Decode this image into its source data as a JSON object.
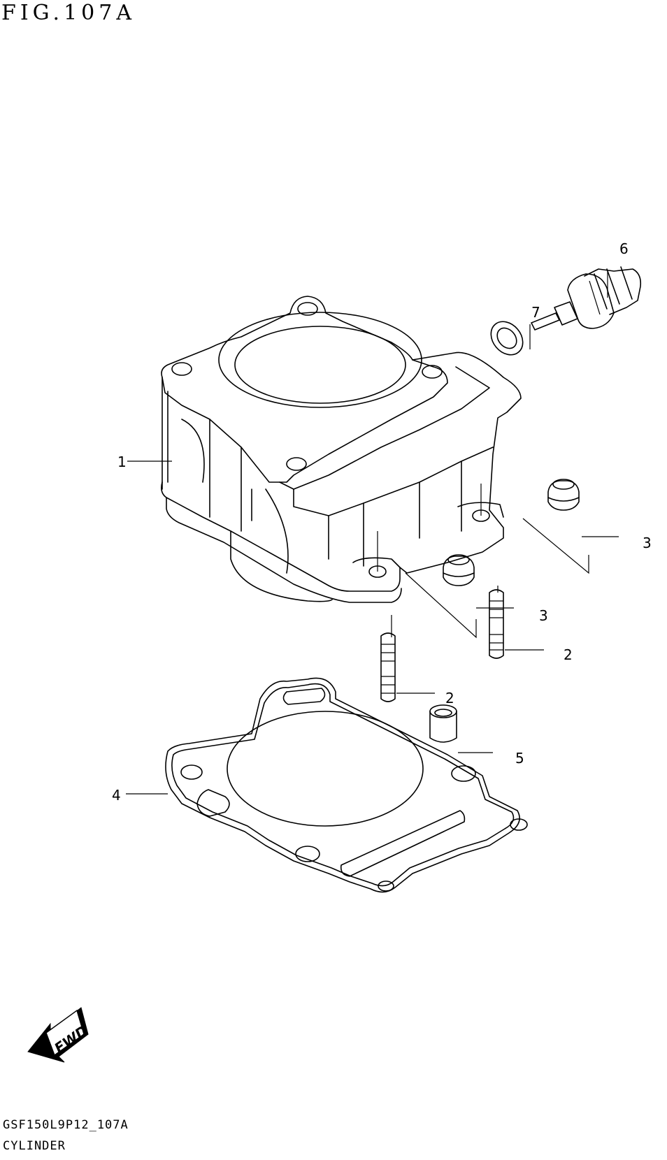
{
  "figure": {
    "title": "FIG.107A"
  },
  "footer": {
    "code": "GSF150L9P12_107A",
    "name": "CYLINDER"
  },
  "fwd_label": "FWD",
  "callouts": [
    "1",
    "2",
    "2",
    "3",
    "3",
    "4",
    "5",
    "6",
    "7"
  ]
}
